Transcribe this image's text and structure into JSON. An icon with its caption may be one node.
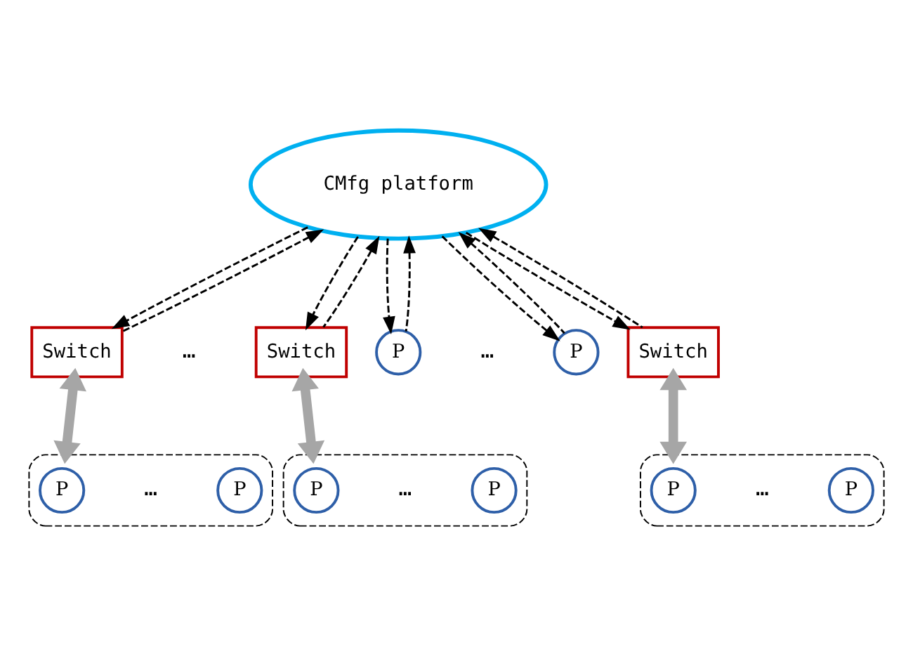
{
  "diagram": {
    "nodes": [
      {
        "text": [
          "CMfg platform"
        ]
      },
      {
        "text": [
          "Switch"
        ]
      },
      {
        "text": [
          "Switch"
        ]
      },
      {
        "text": [],
        "shape": "box"
      },
      {
        "text": [
          "P"
        ],
        "in": 3
      },
      {
        "text": [
          "P"
        ],
        "in": 3
      },
      {
        "text": [],
        "shape": "box"
      },
      {
        "text": [
          "P"
        ],
        "in": 6
      },
      {
        "text": [
          "P"
        ],
        "in": 6
      },
      {
        "text": [
          "P"
        ]
      },
      {
        "text": [
          "P"
        ]
      },
      {
        "text": [
          "Switch"
        ]
      },
      {
        "text": [],
        "shape": "box"
      },
      {
        "text": [
          "P"
        ],
        "in": 12
      },
      {
        "text": [
          "P"
        ],
        "in": 12
      }
    ],
    "edges": [
      {
        "from": 0,
        "to": 1,
        "arrow": "to",
        "style": "dashed"
      },
      {
        "from": 1,
        "to": 0,
        "arrow": "to",
        "style": "dashed"
      },
      {
        "from": 0,
        "to": 2,
        "arrow": "to",
        "style": "dashed"
      },
      {
        "from": 2,
        "to": 0,
        "arrow": "to",
        "style": "dashed"
      },
      {
        "from": 0,
        "to": 9,
        "arrow": "to",
        "style": "dashed"
      },
      {
        "from": 9,
        "to": 0,
        "arrow": "to",
        "style": "dashed"
      },
      {
        "from": 0,
        "to": 10,
        "arrow": "to",
        "style": "dashed"
      },
      {
        "from": 10,
        "to": 0,
        "arrow": "to",
        "style": "dashed"
      },
      {
        "from": 0,
        "to": 11,
        "arrow": "to",
        "style": "dashed"
      },
      {
        "from": 11,
        "to": 0,
        "arrow": "to",
        "style": "dashed"
      },
      {
        "from": 1,
        "to": 3,
        "arrow": "both",
        "style": "thick",
        "color": "#a6a6a6"
      },
      {
        "from": 2,
        "to": 6,
        "arrow": "both",
        "style": "thick",
        "color": "#a6a6a6"
      },
      {
        "from": 11,
        "to": 12,
        "arrow": "both",
        "style": "thick",
        "color": "#a6a6a6"
      }
    ],
    "labels": [
      "…",
      "…",
      "…",
      "…",
      "…"
    ]
  }
}
